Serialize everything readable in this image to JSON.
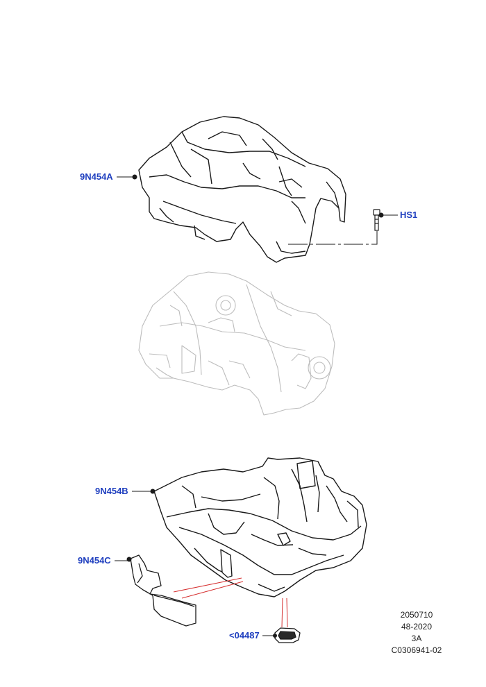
{
  "callouts": {
    "cover_top": "9N454A",
    "bolt": "HS1",
    "tray_lower": "9N454B",
    "side_shield": "9N454C",
    "grommet": "<04487"
  },
  "reference": {
    "line1": "2050710",
    "line2": "48-2020",
    "line3": "3A",
    "line4": "C0306941-02"
  },
  "colors": {
    "callout_text": "#1f3fbf",
    "leader_red": "#d63030",
    "outline": "#1a1a1a",
    "ghost_part": "#bdbdbd"
  }
}
